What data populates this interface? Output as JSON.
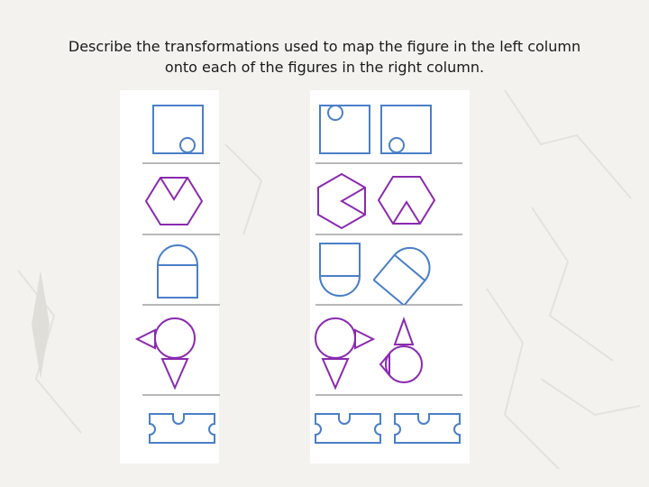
{
  "slide": {
    "title_line1": "Describe the transformations used to map the figure in the left column",
    "title_line2": "onto each of the figures in the right column."
  },
  "colors": {
    "background": "#f3f2ef",
    "panel": "#ffffff",
    "blue_figure": "#4a7fc8",
    "purple_figure": "#8a2ab0",
    "separator": "#b8b8b8"
  },
  "columns": {
    "left": {
      "figures": [
        "square-with-circle",
        "hexagon-with-v-notch",
        "arch-shape",
        "circle-with-triangles",
        "puzzle-piece"
      ]
    },
    "right": {
      "figures": [
        "square-with-circle-top-left",
        "square-with-circle-bottom-left",
        "hexagon-notch-rotated",
        "hexagon-notch-upside",
        "arch-inverted",
        "arch-rotated",
        "circle-triangles-variant-1",
        "circle-triangles-variant-2",
        "puzzle-piece-variant-1",
        "puzzle-piece-variant-2"
      ]
    }
  }
}
